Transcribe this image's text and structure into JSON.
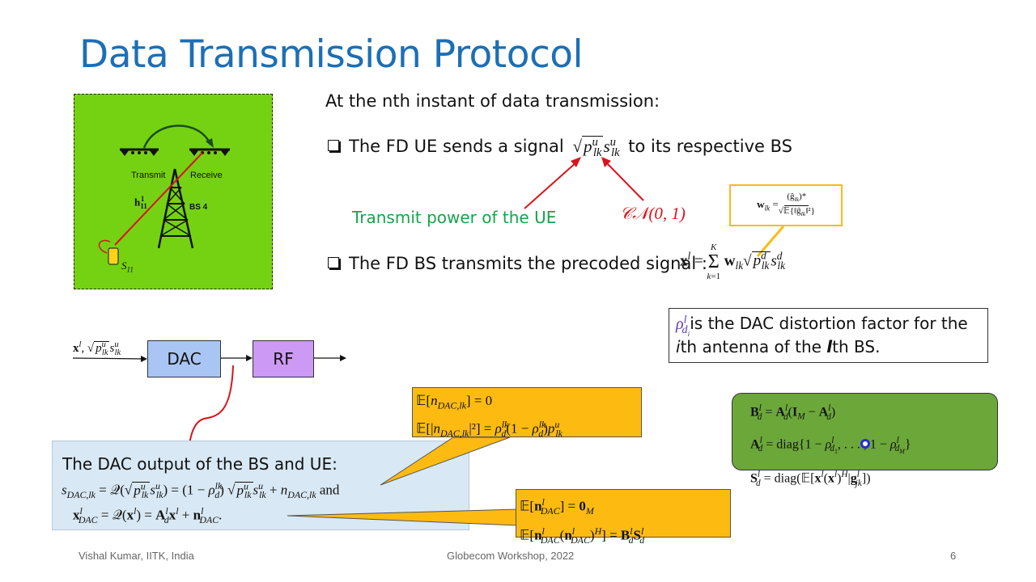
{
  "slide": {
    "title": "Data Transmission Protocol",
    "intro": "At the nth instant of data transmission:",
    "bullet1_prefix": "The FD UE sends a signal",
    "bullet1_suffix": "to its respective BS",
    "transmit_power_label": "Transmit power of the UE",
    "cn_label": "𝒞𝒩(0, 1)",
    "bullet2_prefix": "The FD BS transmits the precoded signal :",
    "dac_note_line1": "is the DAC distortion factor for the",
    "dac_note_line2_a": "i",
    "dac_note_line2_b": "th antenna of the ",
    "dac_note_line2_c": "l",
    "dac_note_line2_d": "th BS.",
    "dac_output_title": "The DAC output of the BS and UE:",
    "and_word": "and"
  },
  "figure": {
    "transmit_label": "Transmit",
    "receive_label": "Receive",
    "h_label": "h",
    "h_sub": "11",
    "h_sup": "1",
    "bs_label": "BS 4",
    "s_label": "S",
    "s_sub": "11",
    "bg_color": "#75d213"
  },
  "blocks": {
    "dac_label": "DAC",
    "rf_label": "RF",
    "dac_color": "#a9c5f3",
    "rf_color": "#cc99f5"
  },
  "colors": {
    "title": "#1d6fb4",
    "callout": "#fdbb12",
    "green_box": "#6ca73a",
    "arrow_red": "#d8141c",
    "dac_panel": "#d8e8f4"
  },
  "footer": {
    "author": "Vishal Kumar, IITK, India",
    "venue": "Globecom Workshop, 2022",
    "page": "6"
  }
}
